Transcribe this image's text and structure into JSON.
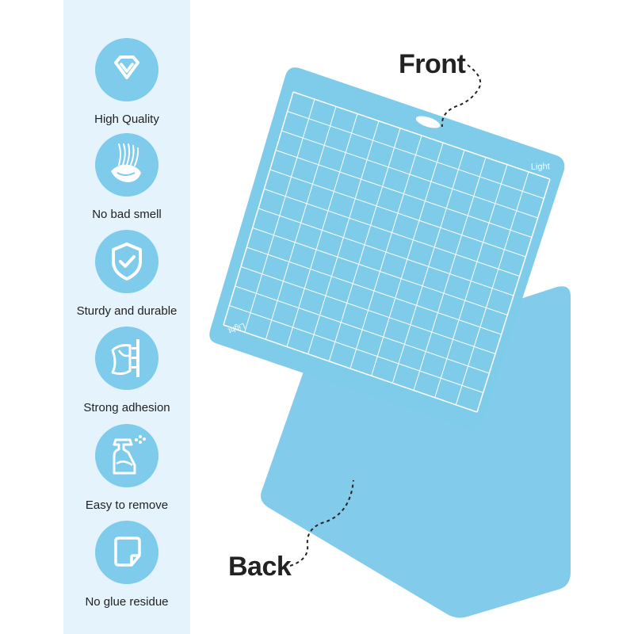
{
  "features": [
    {
      "icon": "diamond-icon",
      "label": "High Quality"
    },
    {
      "icon": "no-smell-icon",
      "label": "No bad smell"
    },
    {
      "icon": "shield-check-icon",
      "label": "Sturdy and durable"
    },
    {
      "icon": "adhesion-icon",
      "label": "Strong adhesion"
    },
    {
      "icon": "spray-bottle-icon",
      "label": "Easy to remove"
    },
    {
      "icon": "clean-sheet-icon",
      "label": "No glue residue"
    }
  ],
  "callouts": {
    "front": "Front",
    "back": "Back"
  },
  "mat": {
    "brand_text": "Light"
  },
  "colors": {
    "sidebar": "#e4f3fc",
    "icon_circle": "#7ecbec",
    "mat_front": "#7fcbea",
    "mat_back": "#82cbeb",
    "grid": "#ffffff"
  }
}
